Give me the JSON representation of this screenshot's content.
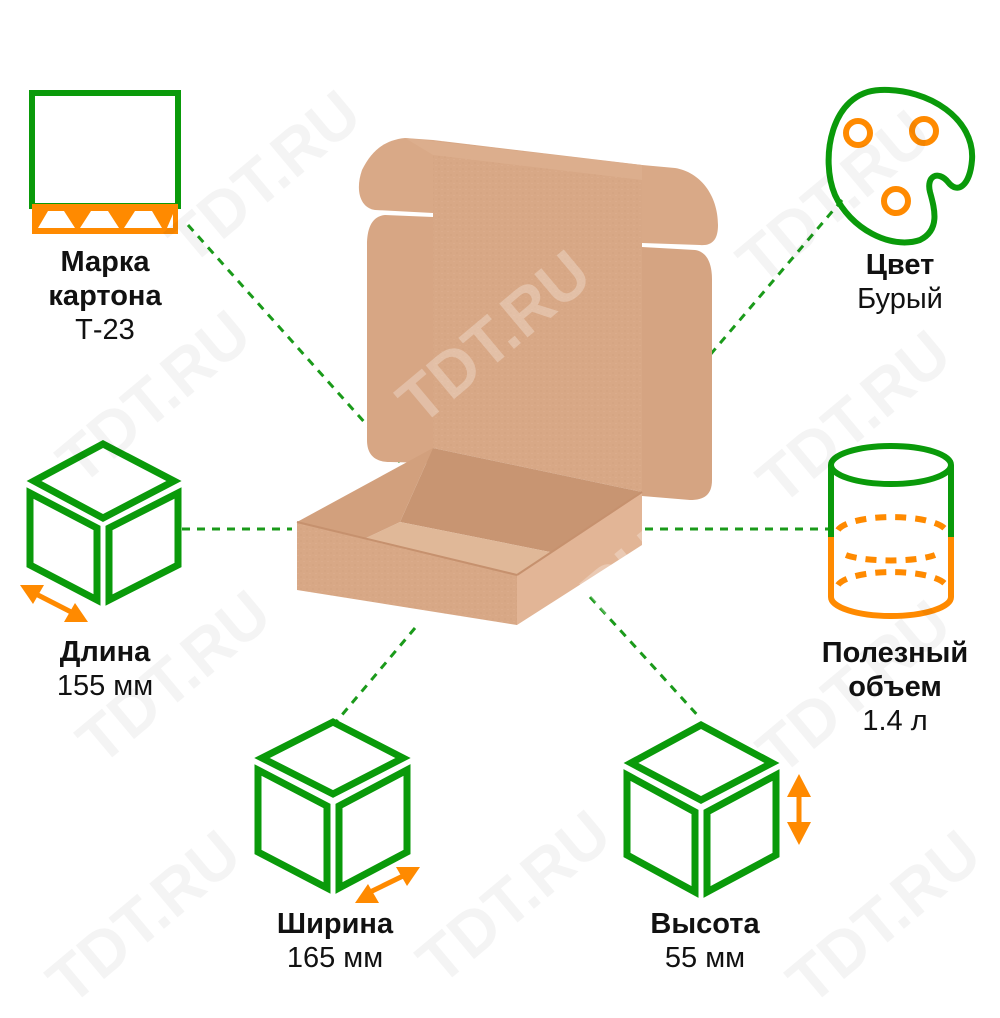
{
  "colors": {
    "icon_green": "#0a9a0a",
    "icon_orange": "#ff8a00",
    "connector_green": "#1a9a1a",
    "cardboard": "#d9a987",
    "cardboard_dark": "#c99674",
    "cardboard_light": "#e3b89a",
    "text": "#111111"
  },
  "watermark": "TDT.RU",
  "specs": {
    "board_grade": {
      "icon": "corrugated-board-icon",
      "title_line1": "Марка",
      "title_line2": "картона",
      "value": "Т-23"
    },
    "color": {
      "icon": "palette-icon",
      "title": "Цвет",
      "value": "Бурый"
    },
    "length": {
      "icon": "cube-length-icon",
      "title": "Длина",
      "value": "155 мм"
    },
    "volume": {
      "icon": "cylinder-volume-icon",
      "title_line1": "Полезный",
      "title_line2": "объем",
      "value": "1.4 л"
    },
    "width": {
      "icon": "cube-width-icon",
      "title": "Ширина",
      "value": "165 мм"
    },
    "height": {
      "icon": "cube-height-icon",
      "title": "Высота",
      "value": "55 мм"
    }
  },
  "product": {
    "image": "open-cardboard-mailer-box"
  }
}
